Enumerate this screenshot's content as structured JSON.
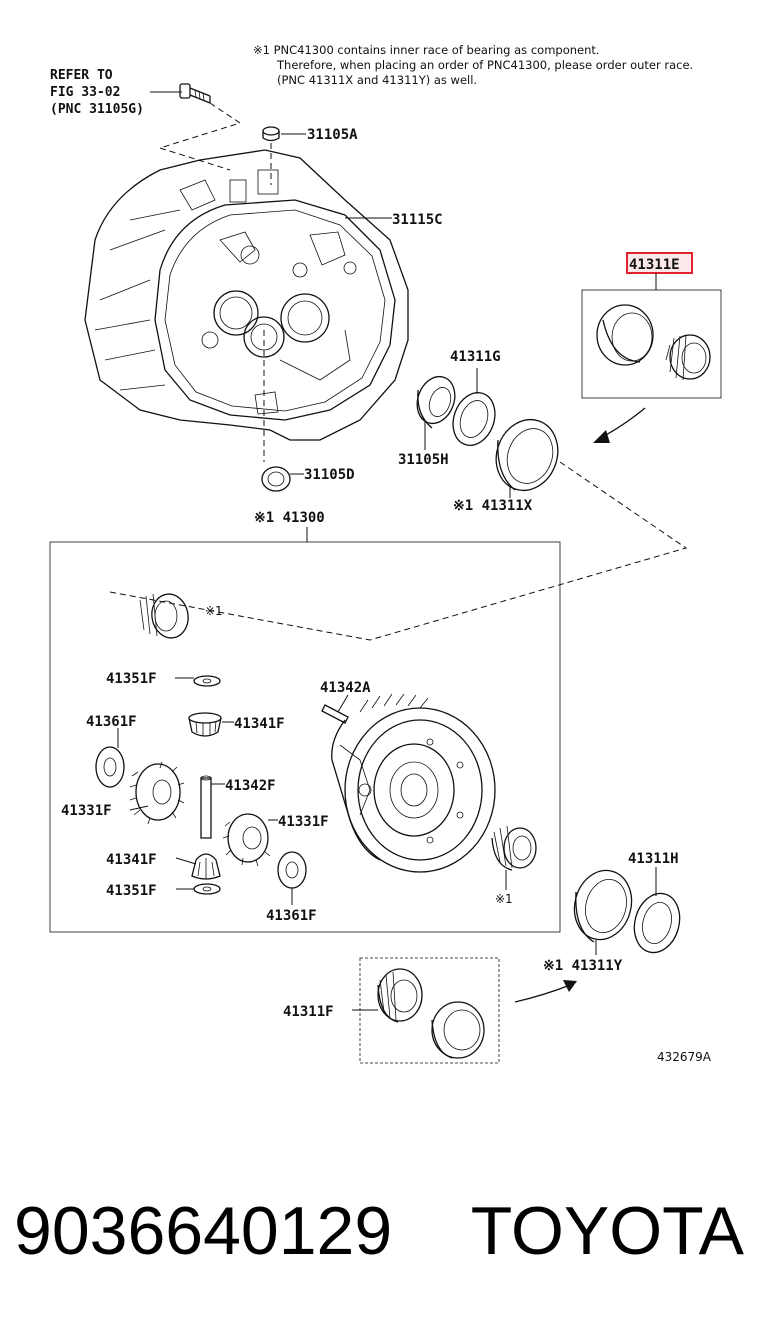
{
  "note": {
    "line1": "※1 PNC41300 contains inner race of bearing as component.",
    "line2": "Therefore, when placing an order of PNC41300, please order outer race.",
    "line3": "(PNC 41311X and 41311Y) as well."
  },
  "refer": {
    "line1": "REFER TO",
    "line2": "FIG 33-02",
    "line3": "(PNC 31105G)"
  },
  "labels": {
    "l31105A": "31105A",
    "l31115C": "31115C",
    "l41311E": "41311E",
    "l41311G": "41311G",
    "l31105H": "31105H",
    "l31105D": "31105D",
    "l41311X": "※1 41311X",
    "l41300": "※1 41300",
    "mark1a": "※1",
    "l41351F_top": "41351F",
    "l41342A": "41342A",
    "l41361F_left": "41361F",
    "l41341F_top": "41341F",
    "l41342F": "41342F",
    "l41331F_left": "41331F",
    "l41331F_right": "41331F",
    "l41341F_bottom": "41341F",
    "l41351F_bottom": "41351F",
    "l41361F_bottom": "41361F",
    "mark1b": "※1",
    "l41311H": "41311H",
    "l41311Y": "※1 41311Y",
    "l41311F": "41311F",
    "ill_code": "432679A"
  },
  "footer": {
    "part_number": "9036640129",
    "brand": "TOYOTA"
  },
  "colors": {
    "highlight": "#e0232f",
    "ink": "#111111"
  }
}
